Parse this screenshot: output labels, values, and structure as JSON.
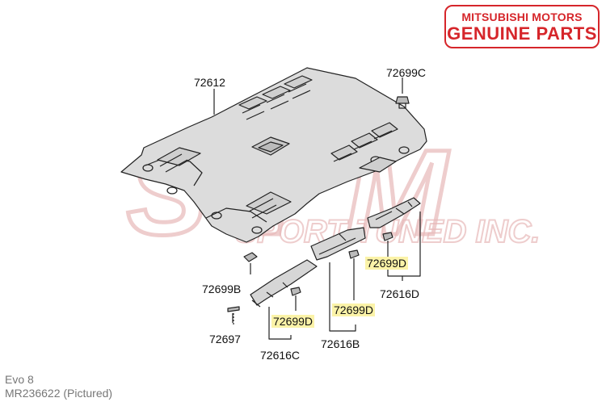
{
  "brand_badge": {
    "line1": "MITSUBISHI MOTORS",
    "line2": "GENUINE PARTS",
    "color": "#d6262b"
  },
  "watermark": {
    "text": "STM",
    "subtext": "SPORT TUNED INC.",
    "color": "#e7b8b8"
  },
  "part_labels": {
    "headliner": "72612",
    "clip_c": "72699C",
    "clip_b": "72699B",
    "screw": "72697",
    "pillar_c": "72616C",
    "pillar_b": "72616B",
    "pillar_d": "72616D",
    "clip_d_left": "72699D",
    "clip_d_mid": "72699D",
    "clip_d_right": "72699D"
  },
  "highlight_color": "#fbf3a8",
  "footer": {
    "model": "Evo 8",
    "part_number": "MR236622  (Pictured)"
  }
}
